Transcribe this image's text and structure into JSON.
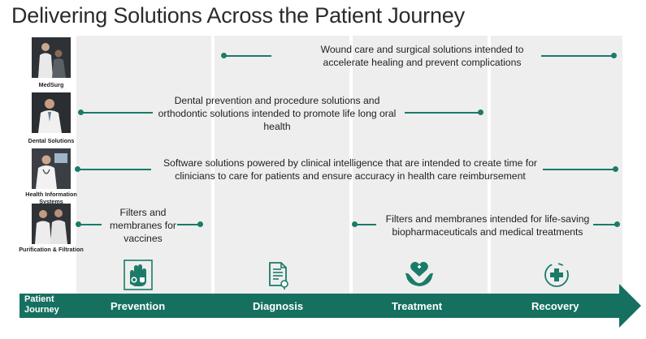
{
  "title": "Delivering Solutions Across the Patient Journey",
  "rows": [
    {
      "label": "MedSurg",
      "text": "Wound care and surgical solutions intended to accelerate healing and prevent complications"
    },
    {
      "label": "Dental Solutions",
      "text": "Dental prevention and procedure solutions and orthodontic solutions intended to promote life long oral health"
    },
    {
      "label": "Health Information Systems",
      "text": "Software solutions powered by clinical intelligence that are intended to create time for clinicians to care for patients and ensure accuracy in health care reimbursement"
    },
    {
      "label": "Purification & Filtration",
      "text_left": "Filters and membranes for vaccines",
      "text_right": "Filters and membranes intended for life-saving biopharmaceuticals and medical treatments"
    }
  ],
  "journey": {
    "label": "Patient Journey",
    "stages": [
      "Prevention",
      "Diagnosis",
      "Treatment",
      "Recovery"
    ]
  },
  "icons": [
    "hand-virus-shield-icon",
    "clipboard-stethoscope-icon",
    "hands-heart-icon",
    "medical-cross-icon"
  ],
  "colors": {
    "accent": "#16705f",
    "line": "#1b7b68",
    "column": "#eeeeee"
  }
}
